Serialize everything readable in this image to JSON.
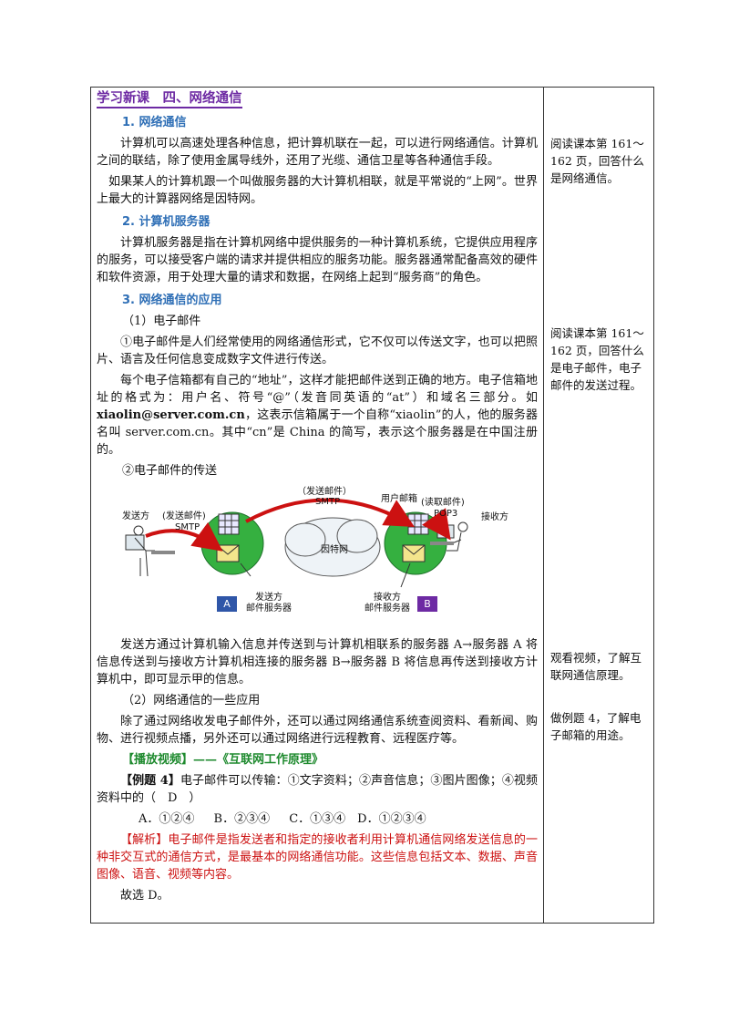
{
  "title": "学习新课　四、网络通信",
  "sections": {
    "s1_heading": "1. 网络通信",
    "s1_p1": "计算机可以高速处理各种信息，把计算机联在一起，可以进行网络通信。计算机之间的联结，除了使用金属导线外，还用了光缆、通信卫星等各种通信手段。",
    "s1_p2": "如果某人的计算机跟一个叫做服务器的大计算机相联，就是平常说的“上网”。世界上最大的计算器网络是因特网。",
    "s2_heading": "2. 计算机服务器",
    "s2_p1": "计算机服务器是指在计算机网络中提供服务的一种计算机系统，它提供应用程序的服务，可以接受客户端的请求并提供相应的服务功能。服务器通常配备高效的硬件和软件资源，用于处理大量的请求和数据，在网络上起到“服务商”的角色。",
    "s3_heading": "3. 网络通信的应用",
    "s3_sub1": "（1）电子邮件",
    "s3_p1": "①电子邮件是人们经常使用的网络通信形式，它不仅可以传送文字，也可以把照片、语言及任何信息变成数字文件进行传送。",
    "s3_p2_a": "每个电子信箱都有自己的“地址”，这样才能把邮件送到正确的地方。电子信箱地址的格式为：用户名、符号“@”（发音同英语的“at”）和域名三部分。如 ",
    "s3_p2_email": "xiaolin@server.com.cn",
    "s3_p2_b": "，这表示信箱属于一个自称“xiaolin”的人，他的服务器名叫 server.com.cn。其中“cn”是 China 的简写，表示这个服务器是在中国注册的。",
    "s3_sub2": "②电子邮件的传送",
    "s3_p3": "发送方通过计算机输入信息并传送到与计算机相联系的服务器 A→服务器 A 将信息传送到与接收方计算机相连接的服务器 B→服务器 B 将信息再传送到接收方计算机中，即可显示甲的信息。",
    "s3_sub3": "（2）网络通信的一些应用",
    "s3_p4": "除了通过网络收发电子邮件外，还可以通过网络通信系统查阅资料、看新闻、购物、进行视频点播，另外还可以通过网络进行远程教育、远程医疗等。",
    "video": "【播放视频】——《互联网工作原理》",
    "example_label": "【例题 4】",
    "example_text": "电子邮件可以传输：①文字资料；②声音信息；③图片图像；④视频资料中的（　D　）",
    "options": "A．①②④　 B．②③④　 C．①③④　D．①②③④",
    "analysis": "【解析】电子邮件是指发送者和指定的接收者利用计算机通信网络发送信息的一种非交互式的通信方式，是最基本的网络通信功能。这些信息包括文本、数据、声音图像、语音、视频等内容。",
    "answer": "故选 D。"
  },
  "diagram": {
    "sender": "发送方",
    "send_mail_left": "(发送邮件)",
    "smtp_left": "SMTP",
    "send_mail_top": "（发送邮件）",
    "smtp_top": "SMTP",
    "user_mailbox": "用户邮箱",
    "read_mail": "(读取邮件)",
    "pop3": "POP3",
    "receiver": "接收方",
    "internet": "因特网",
    "box_a": "A",
    "server_a_1": "发送方",
    "server_a_2": "邮件服务器",
    "server_b_1": "接收方",
    "server_b_2": "邮件服务器",
    "box_b": "B"
  },
  "side_notes": [
    "阅读课本第 161～162 页，回答什么是网络通信。",
    "阅读课本第 161～162 页，回答什么是电子邮件，电子邮件的发送过程。",
    "观看视频，了解互联网通信原理。",
    "做例题 4，了解电子邮箱的用途。"
  ],
  "colors": {
    "title": "#6d2aa3",
    "heading": "#2f6fb6",
    "green": "#1e8a2e",
    "red": "#cc1111"
  }
}
